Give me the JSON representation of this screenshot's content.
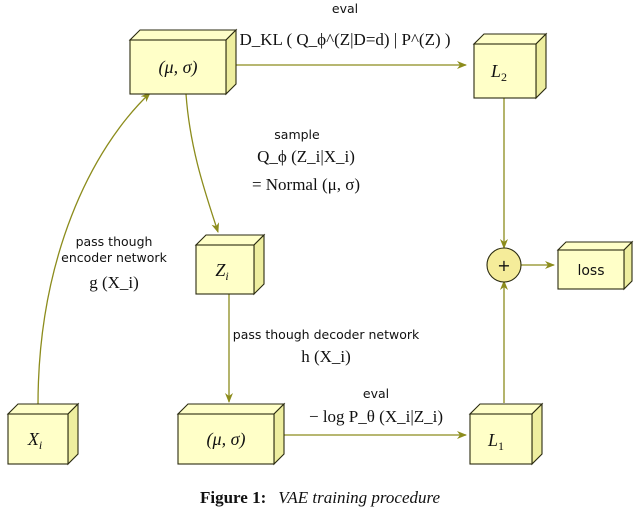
{
  "colors": {
    "box_fill": "#ffffc8",
    "box_side": "#eeee9f",
    "box_stroke": "#2a2a10",
    "arrow": "#8c8c1c",
    "plus_fill": "#f5ec9a"
  },
  "nodes": {
    "top_params": "(μ, σ)",
    "l2": "L",
    "l2_sub": "2",
    "zi": "Z",
    "zi_sub": "i",
    "plus": "+",
    "loss": "loss",
    "xi": "X",
    "xi_sub": "i",
    "bottom_params": "(μ, σ)",
    "l1": "L",
    "l1_sub": "1"
  },
  "labels": {
    "eval_top": "eval",
    "kl_expr": "D_KL ( Q_ϕ^(Z|D=d) | P^(Z) )",
    "sample": "sample",
    "q_expr": "Q_ϕ (Z_i|X_i)",
    "normal_expr": "= Normal (μ, σ)",
    "encoder_line1": "pass though",
    "encoder_line2": "encoder network",
    "g_expr": "g (X_i)",
    "decoder": "pass though decoder network",
    "h_expr": "h (X_i)",
    "eval_bottom": "eval",
    "logp_expr": "− log P_θ (X_i|Z_i)"
  },
  "caption": {
    "label": "Figure 1:",
    "text": "VAE training procedure"
  }
}
